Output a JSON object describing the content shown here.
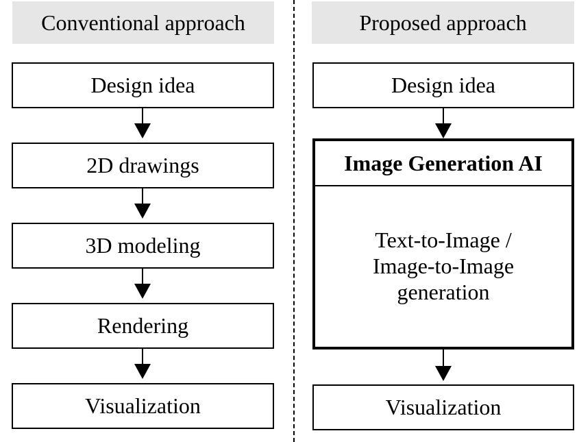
{
  "left_column": {
    "header": "Conventional approach",
    "steps": [
      "Design idea",
      "2D drawings",
      "3D modeling",
      "Rendering",
      "Visualization"
    ]
  },
  "right_column": {
    "header": "Proposed approach",
    "step_design": "Design idea",
    "ai_block": {
      "title": "Image Generation AI",
      "body_lines": [
        "Text-to-Image /",
        "Image-to-Image",
        "generation"
      ]
    },
    "step_output": "Visualization"
  }
}
